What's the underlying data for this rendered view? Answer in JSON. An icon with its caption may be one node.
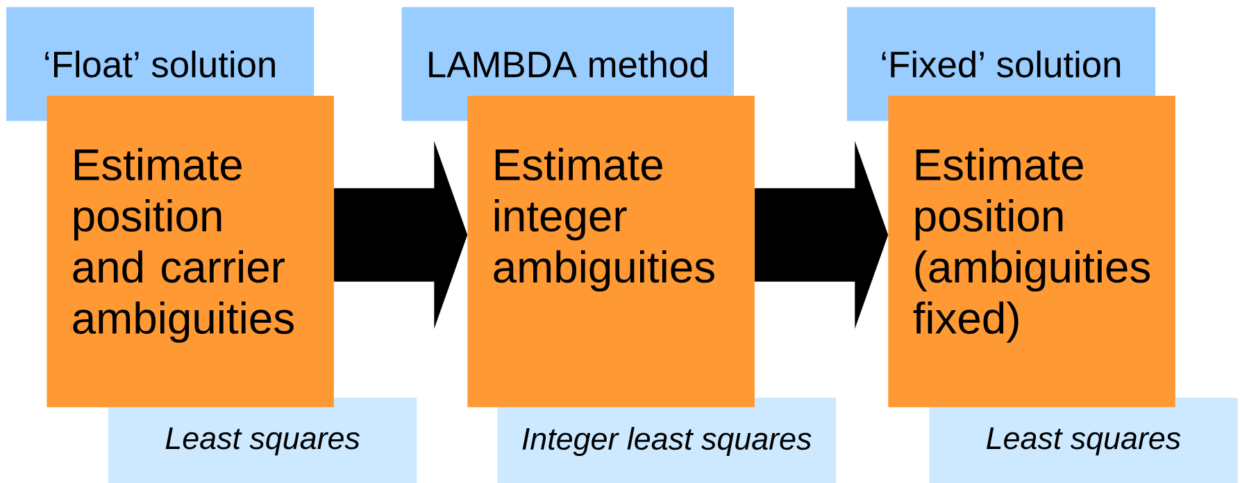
{
  "diagram": {
    "nodes": [
      {
        "text": [
          "‘Float’ solution"
        ]
      },
      {
        "text": [
          "Estimate position and carrier ambiguities"
        ]
      },
      {
        "text": [
          "Least squares"
        ]
      },
      {
        "text": [
          "LAMBDA method"
        ]
      },
      {
        "text": [
          "Estimate integer ambiguities"
        ]
      },
      {
        "text": [
          "Integer least squares"
        ]
      },
      {
        "text": [
          "‘Fixed’ solution"
        ]
      },
      {
        "text": [
          "Estimate position (ambiguities fixed)"
        ]
      },
      {
        "text": [
          "Least squares"
        ]
      }
    ],
    "edges": [
      {
        "from": 1,
        "to": 4,
        "arrow": "to"
      },
      {
        "from": 4,
        "to": 7,
        "arrow": "to"
      }
    ]
  }
}
